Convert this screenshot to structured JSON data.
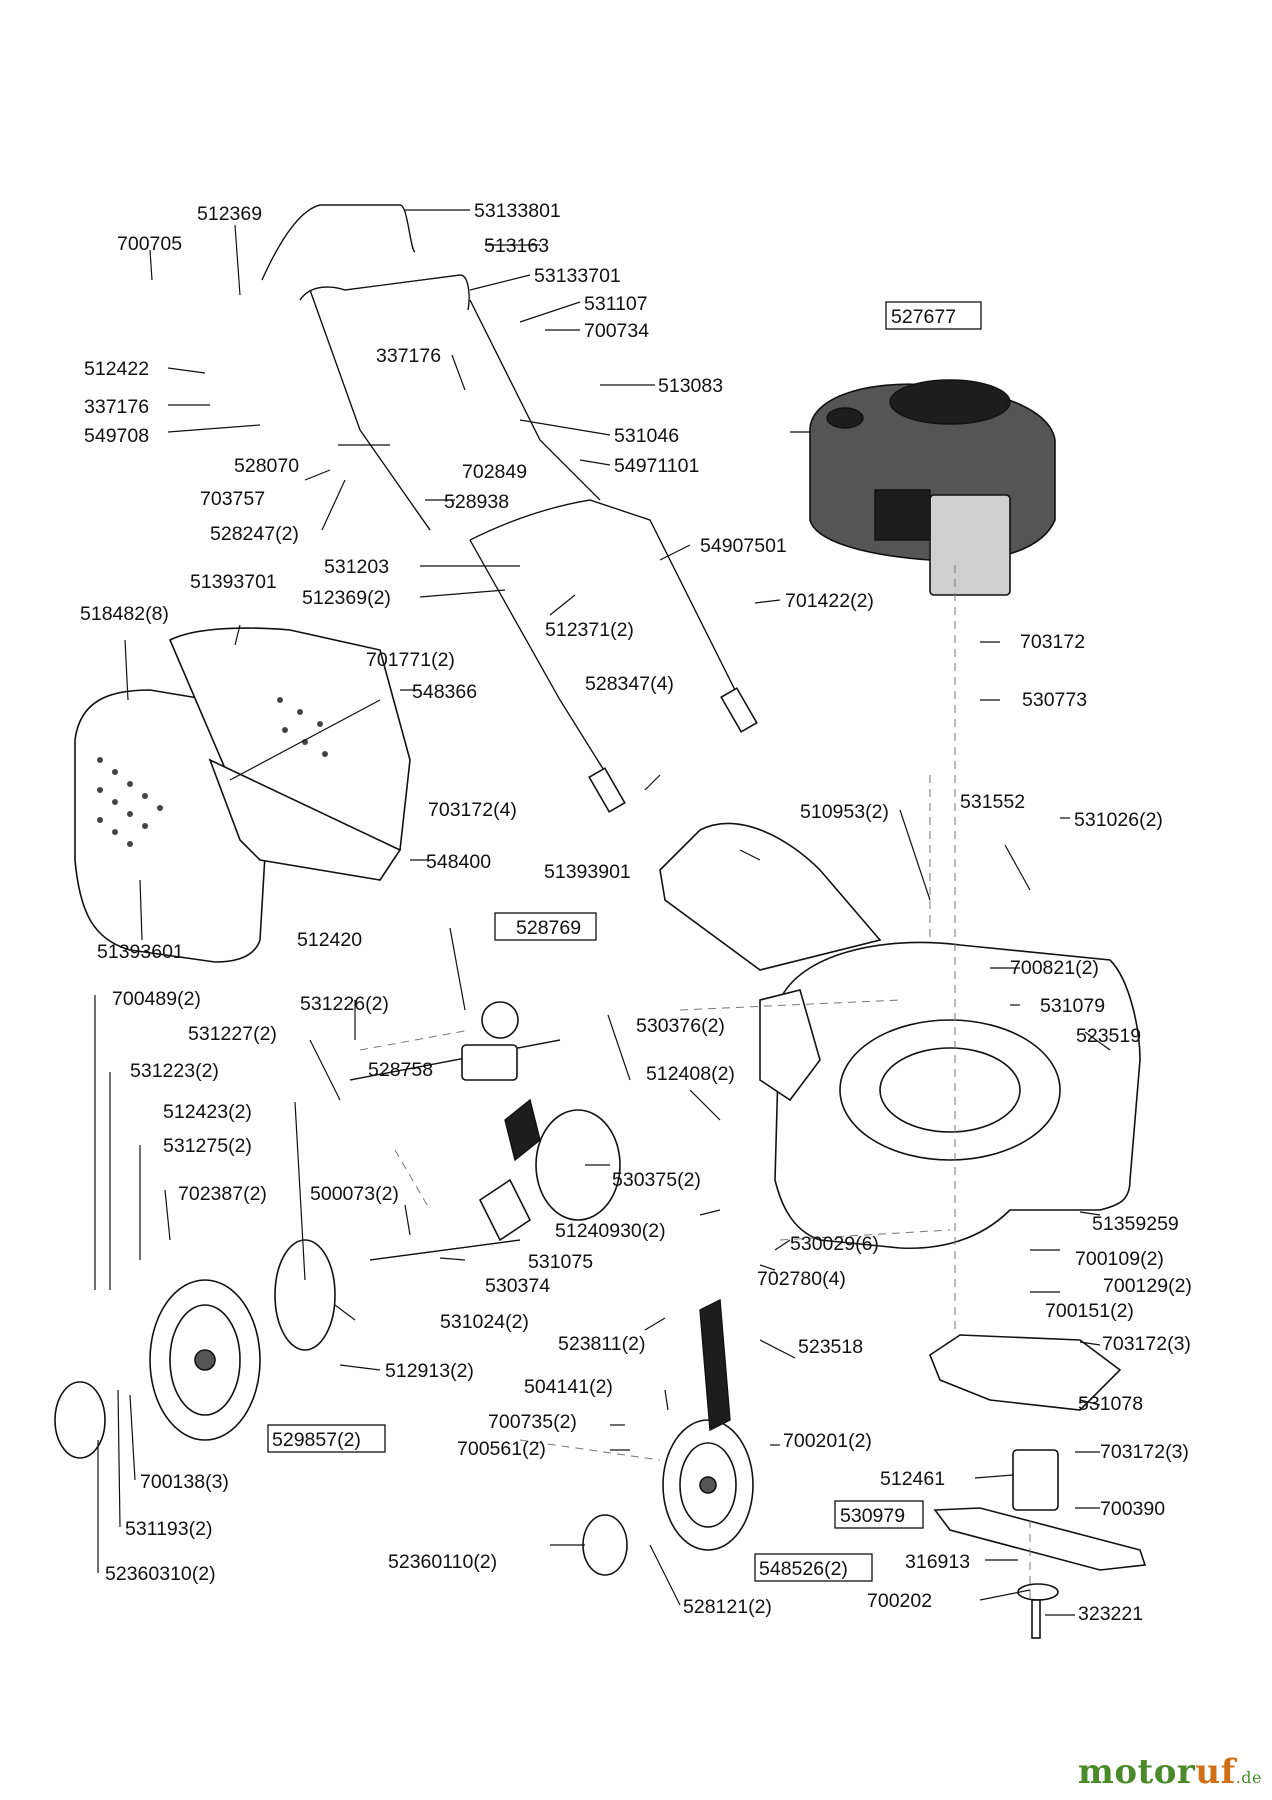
{
  "labels": [
    "53133801",
    "512369",
    "700705",
    "513163",
    "53133701",
    "531107",
    "700734",
    "337176",
    "513083",
    "512422",
    "337176",
    "549708",
    "531046",
    "528070",
    "54971101",
    "702849",
    "703757",
    "528938",
    "528247(2)",
    "54907501",
    "531203",
    "51393701",
    "512369(2)",
    "701422(2)",
    "512371(2)",
    "518482(8)",
    "701771(2)",
    "703172",
    "548366",
    "530773",
    "528347(4)",
    "703172(4)",
    "510953(2)",
    "531552",
    "531026(2)",
    "548400",
    "51393901",
    "51393601",
    "512420",
    "700821(2)",
    "700489(2)",
    "531226(2)",
    "530376(2)",
    "531079",
    "531227(2)",
    "523519",
    "528758",
    "512408(2)",
    "531223(2)",
    "512423(2)",
    "531275(2)",
    "530375(2)",
    "702387(2)",
    "500073(2)",
    "51240930(2)",
    "51359259",
    "530029(6)",
    "531075",
    "700109(2)",
    "530374",
    "702780(4)",
    "700129(2)",
    "531024(2)",
    "700151(2)",
    "523811(2)",
    "523518",
    "703172(3)",
    "512913(2)",
    "504141(2)",
    "531078",
    "700735(2)",
    "700561(2)",
    "700201(2)",
    "703172(3)",
    "512461",
    "700138(3)",
    "700390",
    "531193(2)",
    "316913",
    "52360110(2)",
    "700202",
    "323221",
    "52360310(2)",
    "528121(2)"
  ],
  "boxed_labels": [
    "527677",
    "528769",
    "529857(2)",
    "530979",
    "548526(2)"
  ],
  "watermark": {
    "part_a": "motor",
    "part_b": "uf",
    "part_c": ".de"
  }
}
